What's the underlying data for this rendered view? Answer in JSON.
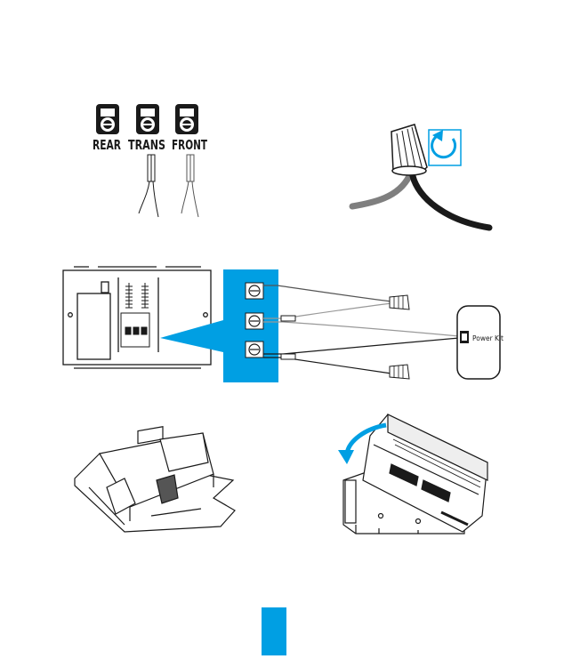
{
  "terminals": {
    "rear": "REAR",
    "trans": "TRANS",
    "front": "FRONT"
  },
  "power_kit_label": "Power Kit",
  "colors": {
    "accent_blue": "#009fe3",
    "line_dark": "#1a1a1a",
    "wire_gray": "#7f7f7f"
  }
}
